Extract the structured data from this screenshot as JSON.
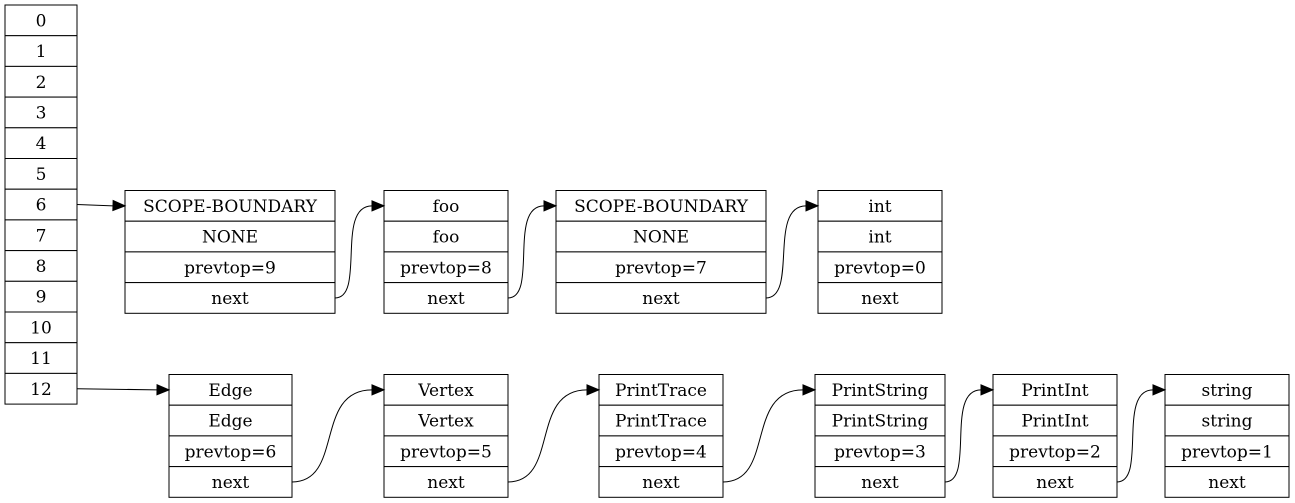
{
  "hash_table": {
    "indices": [
      "0",
      "1",
      "2",
      "3",
      "4",
      "5",
      "6",
      "7",
      "8",
      "9",
      "10",
      "11",
      "12"
    ]
  },
  "chains": [
    {
      "bucket": "6",
      "nodes": [
        {
          "cells": [
            "SCOPE-BOUNDARY",
            "NONE",
            "prevtop=9",
            "next"
          ]
        },
        {
          "cells": [
            "foo",
            "foo",
            "prevtop=8",
            "next"
          ]
        },
        {
          "cells": [
            "SCOPE-BOUNDARY",
            "NONE",
            "prevtop=7",
            "next"
          ]
        },
        {
          "cells": [
            "int",
            "int",
            "prevtop=0",
            "next"
          ]
        }
      ]
    },
    {
      "bucket": "12",
      "nodes": [
        {
          "cells": [
            "Edge",
            "Edge",
            "prevtop=6",
            "next"
          ]
        },
        {
          "cells": [
            "Vertex",
            "Vertex",
            "prevtop=5",
            "next"
          ]
        },
        {
          "cells": [
            "PrintTrace",
            "PrintTrace",
            "prevtop=4",
            "next"
          ]
        },
        {
          "cells": [
            "PrintString",
            "PrintString",
            "prevtop=3",
            "next"
          ]
        },
        {
          "cells": [
            "PrintInt",
            "PrintInt",
            "prevtop=2",
            "next"
          ]
        },
        {
          "cells": [
            "string",
            "string",
            "prevtop=1",
            "next"
          ]
        }
      ]
    }
  ]
}
